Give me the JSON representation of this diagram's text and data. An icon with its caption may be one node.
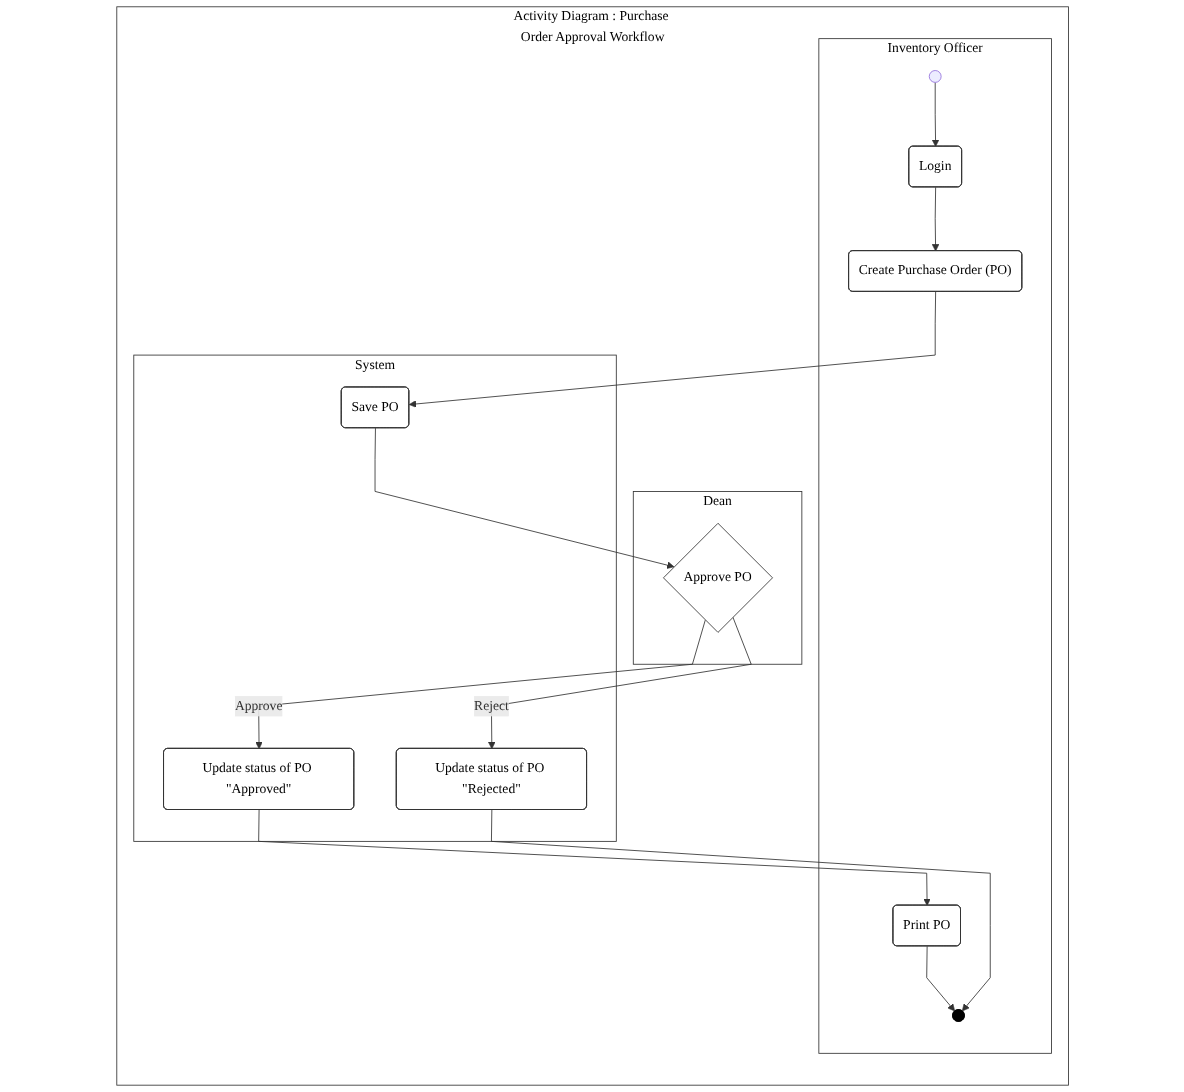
{
  "diagram": {
    "nodes": [
      {
        "text": [
          "Activity Diagram : Purchase Order Approval Workflow"
        ]
      },
      {
        "text": [
          "Inventory Officer"
        ],
        "in": 0
      },
      {
        "text": [
          "Dean"
        ],
        "in": 0
      },
      {
        "text": [
          "System"
        ],
        "in": 0
      },
      {
        "text": [],
        "shape": "circle",
        "in": 1
      },
      {
        "text": [
          "Login"
        ],
        "in": 1
      },
      {
        "text": [
          "Create Purchase Order (PO)"
        ],
        "in": 1
      },
      {
        "text": [
          "Save PO"
        ],
        "in": 3
      },
      {
        "text": [
          "Approve PO"
        ],
        "in": 2
      },
      {
        "text": [
          "Update status of PO \"Rejected\""
        ],
        "in": 3
      },
      {
        "text": [
          "Update status of PO \"Approved\""
        ],
        "in": 3
      },
      {
        "text": [
          "Print PO"
        ],
        "in": 1
      },
      {
        "text": [],
        "shape": "circle",
        "in": 1
      }
    ],
    "edges": [
      {
        "from": 4,
        "to": 5,
        "arrow": "to"
      },
      {
        "from": 5,
        "to": 6,
        "arrow": "to"
      },
      {
        "from": 6,
        "to": 7,
        "arrow": "to"
      },
      {
        "from": 7,
        "to": 8,
        "arrow": "to"
      },
      {
        "from": 8,
        "to": 9,
        "arrow": "to",
        "label": "Reject"
      },
      {
        "from": 8,
        "to": 10,
        "arrow": "to",
        "label": "Approve"
      },
      {
        "from": 10,
        "to": 11,
        "arrow": "to"
      },
      {
        "from": 11,
        "to": 12,
        "arrow": "to"
      },
      {
        "from": 9,
        "to": 12,
        "arrow": "to"
      }
    ]
  }
}
